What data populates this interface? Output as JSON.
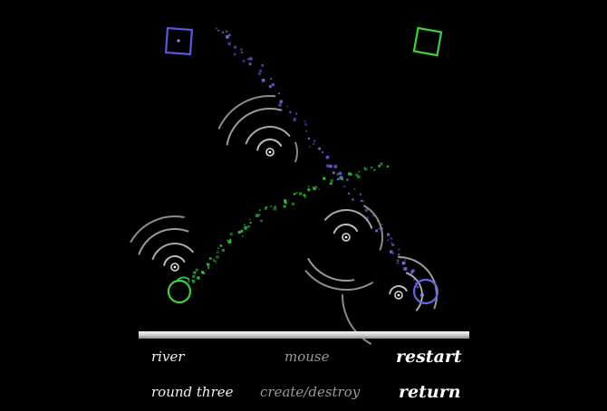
{
  "colors": {
    "background": "#000000",
    "player_one": "#3fbf3f",
    "player_two": "#6060d8",
    "ripple": "#a8a8a8",
    "floor": "#e0e0e0"
  },
  "hud": {
    "level_name": "river",
    "round_name": "round three",
    "input_mode": "mouse",
    "action_mode": "create/destroy",
    "restart_label": "restart",
    "return_label": "return"
  },
  "icons": {
    "blue_goal": "square-target-icon",
    "green_goal": "square-target-icon",
    "green_ball": "circle-icon",
    "blue_ball": "circle-icon"
  }
}
